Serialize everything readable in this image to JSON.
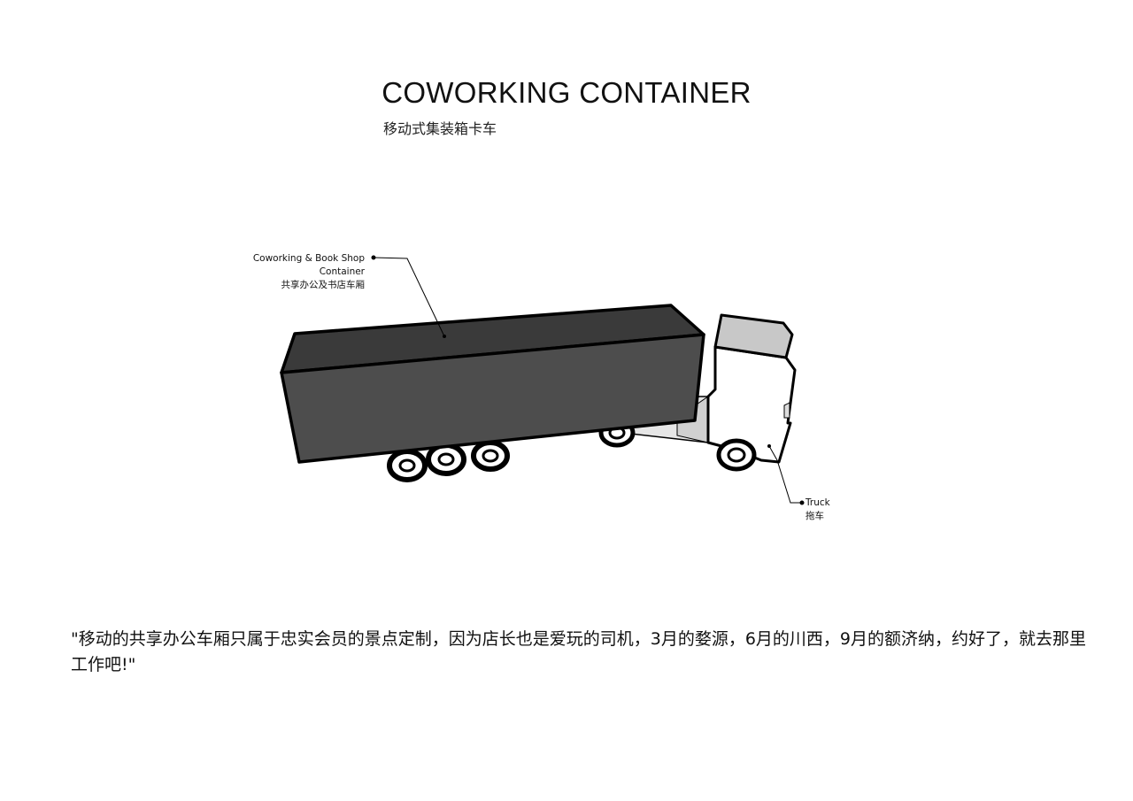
{
  "title": "COWORKING CONTAINER",
  "subtitle": "移动式集装箱卡车",
  "callouts": {
    "container": {
      "label_en": "Coworking  & Book Shop Container",
      "label_zh": "共享办公及书店车厢"
    },
    "truck": {
      "label_en": "Truck",
      "label_zh": "拖车"
    }
  },
  "quote": "\"移动的共享办公车厢只属于忠实会员的景点定制，因为店长也是爱玩的司机，3月的婺源，6月的川西，9月的额济纳，约好了，就去那里工作吧!\"",
  "colors": {
    "container_top": "#3a3a3a",
    "container_side": "#4d4d4d",
    "cab_body": "#ffffff",
    "cab_windshield": "#c8c8c8",
    "outline": "#000000"
  }
}
